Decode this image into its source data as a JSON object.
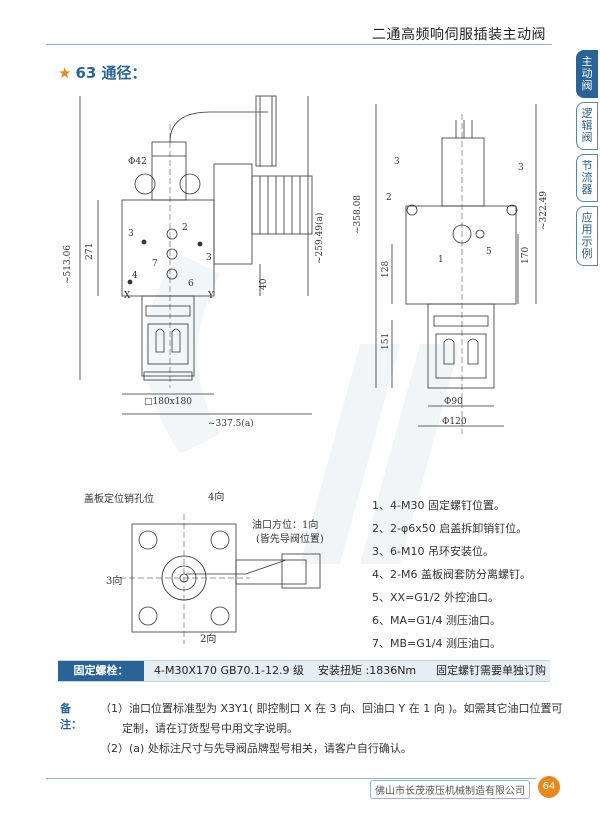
{
  "header": {
    "title": "二通高频响伺服插装主动阀"
  },
  "side_tabs": [
    {
      "label": "主动阀",
      "active": true
    },
    {
      "label": "逻辑阀",
      "active": false
    },
    {
      "label": "节流器",
      "active": false
    },
    {
      "label": "应用示例",
      "active": false
    }
  ],
  "section": {
    "star": "★",
    "title": "63 通径："
  },
  "drawing_labels": {
    "phi42": "Φ42",
    "d513": "~513.06",
    "d271": "271",
    "d259": "~259.49(a)",
    "d40": "40",
    "d180": "□180x180",
    "d337": "~337.5(a)",
    "d358": "~358.08",
    "d322": "~322.49",
    "d128": "128",
    "d170": "170",
    "d151": "151",
    "phi90": "Φ90",
    "phi120": "Φ120",
    "port_x": "X",
    "port_y": "Y",
    "n1": "1",
    "n2": "2",
    "n3": "3",
    "n4": "4",
    "n5": "5",
    "n6": "6",
    "n7": "7",
    "cover_pin": "盖板定位销孔位",
    "dir4": "4向",
    "oil_port": "油口方位：1向",
    "pilot": "(皆先导阀位置)",
    "dir3": "3向",
    "dir2": "2向"
  },
  "legend": [
    "1、4-M30 固定螺钉位置。",
    "2、2-φ6x50 启盖拆卸销钉位。",
    "3、6-M10 吊环安装位。",
    "4、2-M6 盖板阀套防分离螺钉。",
    "5、XX=G1/2 外控油口。",
    "6、MA=G1/4 测压油口。",
    "7、MB=G1/4 测压油口。"
  ],
  "bolts": {
    "label": "固定螺栓：",
    "spec": "4-M30X170  GB70.1-12.9 级",
    "torque": "安装扭矩 :1836Nm",
    "order_note": "固定螺钉需要单独订购"
  },
  "notes": {
    "label": "备注：",
    "line1": "（1）油口位置标准型为 X3Y1( 即控制口 X 在 3 向、回油口 Y 在 1 向 )。如需其它油口位置可",
    "line2": "定制，请在订货型号中用文字说明。",
    "line3": "（2）(a) 处标注尺寸与先导阀品牌型号相关，请客户自行确认。"
  },
  "footer": {
    "company": "佛山市长茂液压机械制造有限公司",
    "page": "64"
  }
}
